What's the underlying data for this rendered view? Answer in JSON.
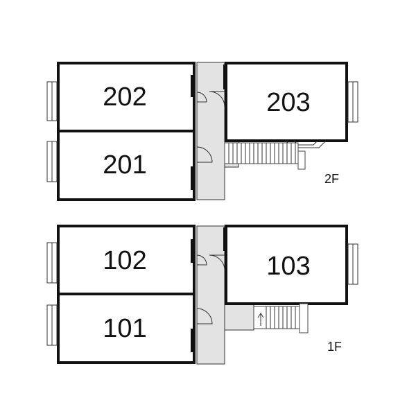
{
  "floors": [
    {
      "label": "2F",
      "rooms": [
        "202",
        "201",
        "203"
      ]
    },
    {
      "label": "1F",
      "rooms": [
        "102",
        "101",
        "103"
      ]
    }
  ]
}
